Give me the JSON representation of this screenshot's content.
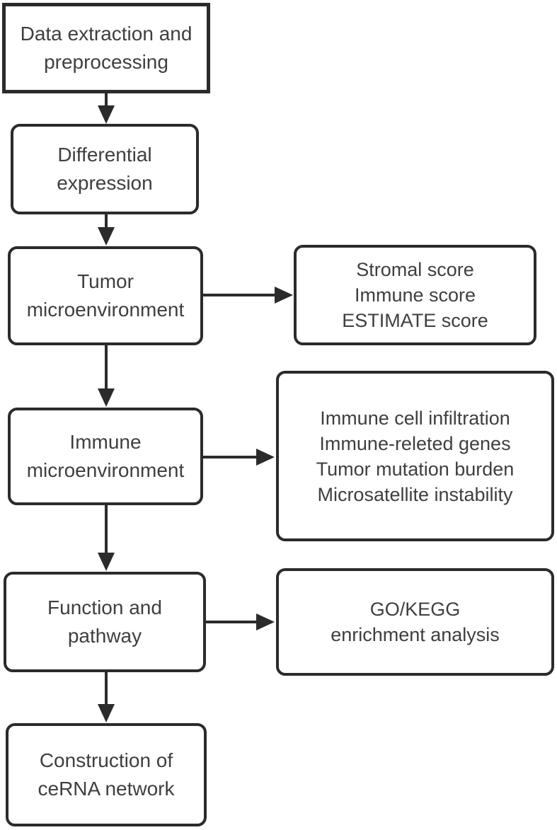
{
  "figure": {
    "type": "flowchart",
    "background_color": "#ffffff",
    "stroke_color": "#2b2b2b",
    "text_color": "#3f3f3f"
  },
  "nodes": [
    {
      "id": "data-extraction",
      "shape": "rectangle",
      "lines": [
        "Data extraction and",
        "preprocessing"
      ]
    },
    {
      "id": "differential-expression",
      "shape": "rounded",
      "lines": [
        "Differential",
        "expression"
      ]
    },
    {
      "id": "tumor-microenvironment",
      "shape": "rounded",
      "lines": [
        "Tumor",
        "microenvironment"
      ]
    },
    {
      "id": "tme-scores",
      "shape": "rounded",
      "lines": [
        "Stromal score",
        "Immune score",
        "ESTIMATE score"
      ]
    },
    {
      "id": "immune-microenvironment",
      "shape": "rounded",
      "lines": [
        "Immune",
        "microenvironment"
      ]
    },
    {
      "id": "immune-metrics",
      "shape": "rounded",
      "lines": [
        "Immune cell infiltration",
        "Immune-releted genes",
        "Tumor mutation burden",
        "Microsatellite instability"
      ]
    },
    {
      "id": "function-pathway",
      "shape": "rounded",
      "lines": [
        "Function and",
        "pathway"
      ]
    },
    {
      "id": "go-kegg",
      "shape": "rounded",
      "lines": [
        "GO/KEGG",
        "enrichment analysis"
      ]
    },
    {
      "id": "cerna-network",
      "shape": "rounded",
      "lines": [
        "Construction of",
        "ceRNA network"
      ]
    }
  ],
  "edges": [
    {
      "from": "data-extraction",
      "to": "differential-expression",
      "direction": "down"
    },
    {
      "from": "differential-expression",
      "to": "tumor-microenvironment",
      "direction": "down"
    },
    {
      "from": "tumor-microenvironment",
      "to": "tme-scores",
      "direction": "right"
    },
    {
      "from": "tumor-microenvironment",
      "to": "immune-microenvironment",
      "direction": "down"
    },
    {
      "from": "immune-microenvironment",
      "to": "immune-metrics",
      "direction": "right"
    },
    {
      "from": "immune-microenvironment",
      "to": "function-pathway",
      "direction": "down"
    },
    {
      "from": "function-pathway",
      "to": "go-kegg",
      "direction": "right"
    },
    {
      "from": "function-pathway",
      "to": "cerna-network",
      "direction": "down"
    }
  ]
}
